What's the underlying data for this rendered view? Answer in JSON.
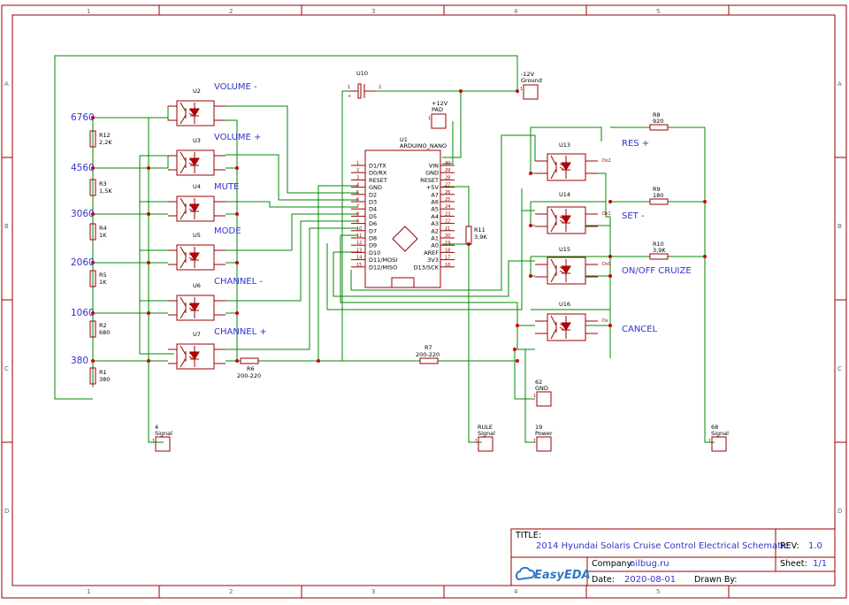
{
  "frame": {
    "col_labels": [
      "1",
      "2",
      "3",
      "4",
      "5"
    ],
    "row_labels": [
      "A",
      "B",
      "C",
      "D"
    ]
  },
  "title_block": {
    "title_label": "TITLE:",
    "title": "2014 Hyundai Solaris Cruise Control Electrical Schematic",
    "rev_label": "REV:",
    "rev": "1.0",
    "company_label": "Company:",
    "company": "nilbug.ru",
    "sheet_label": "Sheet:",
    "sheet": "1/1",
    "date_label": "Date:",
    "date": "2020-08-01",
    "drawn_label": "Drawn By:",
    "logo_text": "EasyEDA"
  },
  "resistance_labels": [
    "6760",
    "4560",
    "3060",
    "2060",
    "1060",
    "380"
  ],
  "ladder_resistors": [
    {
      "ref": "R12",
      "val": "2,2K"
    },
    {
      "ref": "R3",
      "val": "1,5K"
    },
    {
      "ref": "R4",
      "val": "1K"
    },
    {
      "ref": "R5",
      "val": "1K"
    },
    {
      "ref": "R2",
      "val": "680"
    },
    {
      "ref": "R1",
      "val": "380"
    }
  ],
  "left_optos": [
    {
      "ref": "U2",
      "label": "VOLUME -"
    },
    {
      "ref": "U3",
      "label": "VOLUME +"
    },
    {
      "ref": "U4",
      "label": "MUTE"
    },
    {
      "ref": "U5",
      "label": "MODE"
    },
    {
      "ref": "U6",
      "label": "CHANNEL -"
    },
    {
      "ref": "U7",
      "label": "CHANNEL +"
    }
  ],
  "right_optos": [
    {
      "ref": "U13",
      "label": "RES +",
      "side": "Ds2"
    },
    {
      "ref": "U14",
      "label": "SET -",
      "side": "Ds1"
    },
    {
      "ref": "U15",
      "label": "ON/OFF CRUIZE",
      "side": "Ds0"
    },
    {
      "ref": "U16",
      "label": "CANCEL",
      "side": "Ds"
    }
  ],
  "right_resistors": [
    {
      "ref": "R8",
      "val": "920"
    },
    {
      "ref": "R9",
      "val": "180"
    },
    {
      "ref": "R10",
      "val": "3,9K"
    }
  ],
  "misc_resistors": {
    "r6": {
      "ref": "R6",
      "val": "200-220"
    },
    "r7": {
      "ref": "R7",
      "val": "200-220"
    },
    "r11": {
      "ref": "R11",
      "val": "3,9K"
    }
  },
  "capacitor": {
    "ref": "U10",
    "pin1": "1",
    "pin2": "2"
  },
  "arduino": {
    "ref": "U1",
    "name": "ARDUINO_NANO",
    "left_pins": [
      "D1/TX",
      "D0/RX",
      "RESET",
      "GND",
      "D2",
      "D3",
      "D4",
      "D5",
      "D6",
      "D7",
      "D8",
      "D9",
      "D10",
      "D11/MOSI",
      "D12/MISO"
    ],
    "left_nums": [
      "1",
      "2",
      "3",
      "4",
      "5",
      "6",
      "7",
      "8",
      "9",
      "10",
      "11",
      "12",
      "13",
      "14",
      "15"
    ],
    "right_pins": [
      "VIN",
      "GND",
      "RESET",
      "+5V",
      "A7",
      "A6",
      "A5",
      "A4",
      "A3",
      "A2",
      "A1",
      "A0",
      "AREF",
      "3V3",
      "D13/SCK"
    ],
    "right_nums": [
      "30",
      "29",
      "28",
      "27",
      "26",
      "25",
      "24",
      "23",
      "22",
      "21",
      "20",
      "19",
      "18",
      "17",
      "16"
    ]
  },
  "connectors": {
    "gnd12": {
      "num": "-12V",
      "name": "Ground"
    },
    "pad12": {
      "num": "+12V",
      "name": "PAD"
    },
    "sig4": {
      "num": "4",
      "name": "Signal"
    },
    "rule": {
      "num": "RULE",
      "name": "Signal"
    },
    "gnd62": {
      "num": "62",
      "name": "GND"
    },
    "pwr19": {
      "num": "19",
      "name": "Power"
    },
    "sig68": {
      "num": "68",
      "name": "Signal"
    }
  }
}
